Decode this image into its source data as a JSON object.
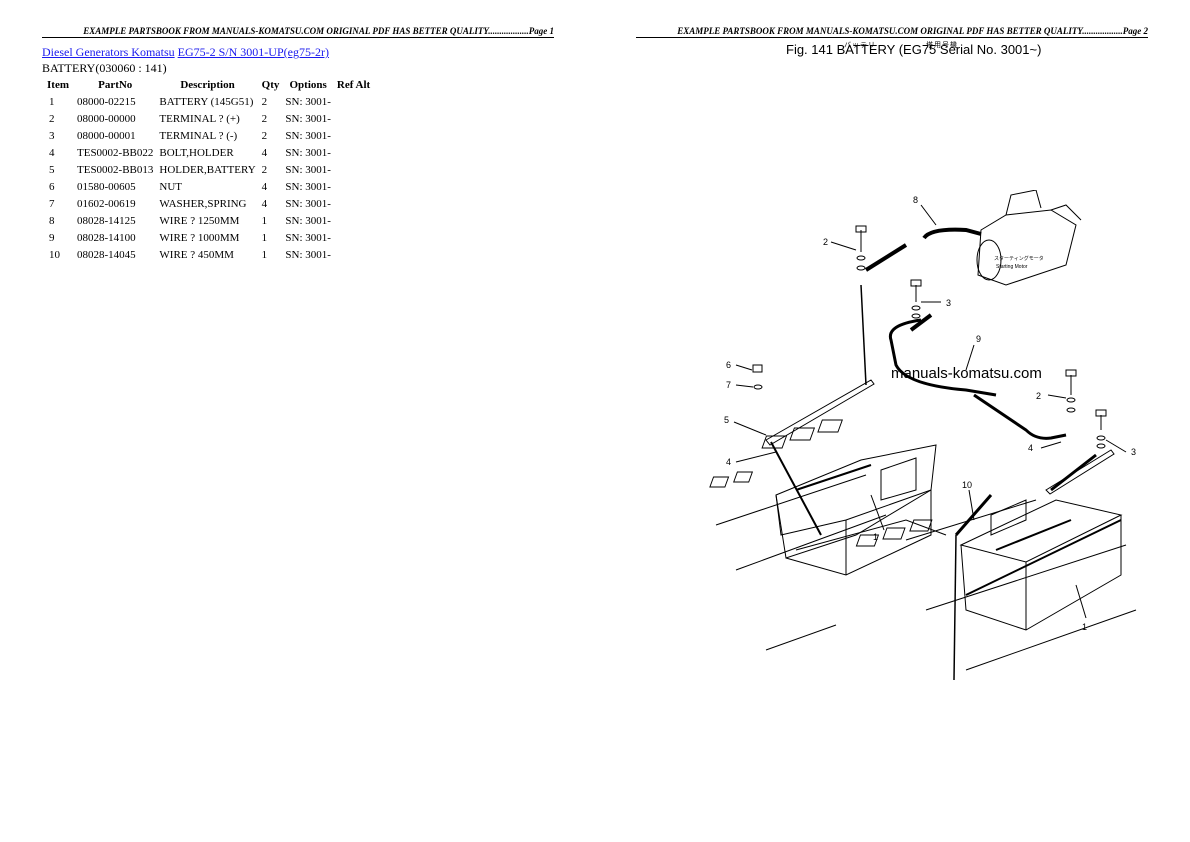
{
  "page1": {
    "header": "EXAMPLE PARTSBOOK FROM MANUALS-KOMATSU.COM ORIGINAL PDF HAS BETTER QUALITY..................Page 1",
    "link1": "Diesel Generators Komatsu",
    "link2": "EG75-2 S/N 3001-UP(eg75-2r)",
    "section": "BATTERY(030060 : 141)",
    "columns": [
      "Item",
      "PartNo",
      "Description",
      "Qty",
      "Options",
      "Ref Alt"
    ],
    "rows": [
      {
        "item": "1",
        "partno": "08000-02215",
        "desc": "BATTERY (145G51)",
        "qty": "2",
        "options": "SN: 3001-"
      },
      {
        "item": "2",
        "partno": "08000-00000",
        "desc": "TERMINAL ? (+)",
        "qty": "2",
        "options": "SN: 3001-"
      },
      {
        "item": "3",
        "partno": "08000-00001",
        "desc": "TERMINAL ? (-)",
        "qty": "2",
        "options": "SN: 3001-"
      },
      {
        "item": "4",
        "partno": "TES0002-BB022",
        "desc": "BOLT,HOLDER",
        "qty": "4",
        "options": "SN: 3001-"
      },
      {
        "item": "5",
        "partno": "TES0002-BB013",
        "desc": "HOLDER,BATTERY",
        "qty": "2",
        "options": "SN: 3001-"
      },
      {
        "item": "6",
        "partno": "01580-00605",
        "desc": "NUT",
        "qty": "4",
        "options": "SN: 3001-"
      },
      {
        "item": "7",
        "partno": "01602-00619",
        "desc": "WASHER,SPRING",
        "qty": "4",
        "options": "SN: 3001-"
      },
      {
        "item": "8",
        "partno": "08028-14125",
        "desc": "WIRE ? 1250MM",
        "qty": "1",
        "options": "SN: 3001-"
      },
      {
        "item": "9",
        "partno": "08028-14100",
        "desc": "WIRE ? 1000MM",
        "qty": "1",
        "options": "SN: 3001-"
      },
      {
        "item": "10",
        "partno": "08028-14045",
        "desc": "WIRE ? 450MM",
        "qty": "1",
        "options": "SN: 3001-"
      }
    ]
  },
  "page2": {
    "header": "EXAMPLE PARTSBOOK FROM MANUALS-KOMATSU.COM ORIGINAL PDF HAS BETTER QUALITY..................Page 2",
    "figure_title": "Fig. 141   BATTERY (EG75 Serial No. 3001~)",
    "jp_title": "バッテリ",
    "jp_sub": "搭用号機",
    "watermark": "manuals-komatsu.com",
    "motor_label_jp": "スターティングモータ",
    "motor_label": "Starting Motor",
    "callouts": [
      "1",
      "1",
      "2",
      "2",
      "3",
      "3",
      "4",
      "4",
      "5",
      "6",
      "7",
      "8",
      "9",
      "10"
    ]
  }
}
